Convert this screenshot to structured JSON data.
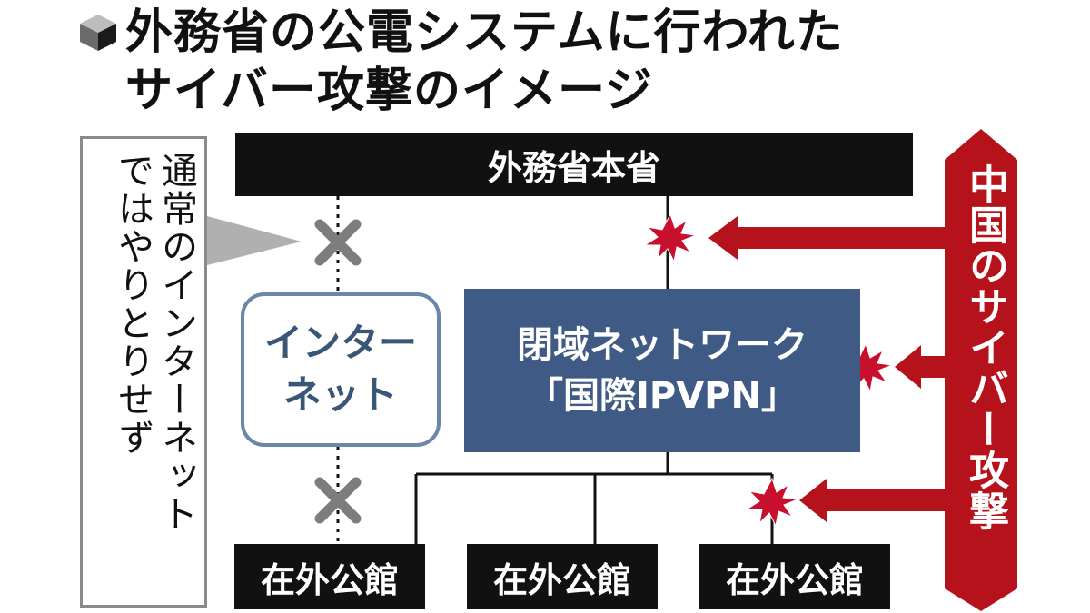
{
  "title": {
    "line1": "外務省の公電システムに行われた",
    "line2": "サイバー攻撃のイメージ"
  },
  "headquarters": "外務省本省",
  "internet": {
    "line1": "インター",
    "line2": "ネット"
  },
  "closed_network": {
    "line1": "閉域ネットワーク",
    "line2": "「国際IPVPN」"
  },
  "embassies": [
    "在外公館",
    "在外公館",
    "在外公館"
  ],
  "note": {
    "col1": "通常のインターネット",
    "col2": "ではやりとりせず"
  },
  "attack": {
    "label": "中国のサイバー攻撃"
  },
  "colors": {
    "accent_red": "#b5121b",
    "network_blue": "#3f5b85",
    "block_gray": "#8a8a8a"
  },
  "icons": [
    "cube-icon",
    "blocked-x-icon",
    "burst-icon",
    "arrow-left-icon"
  ]
}
